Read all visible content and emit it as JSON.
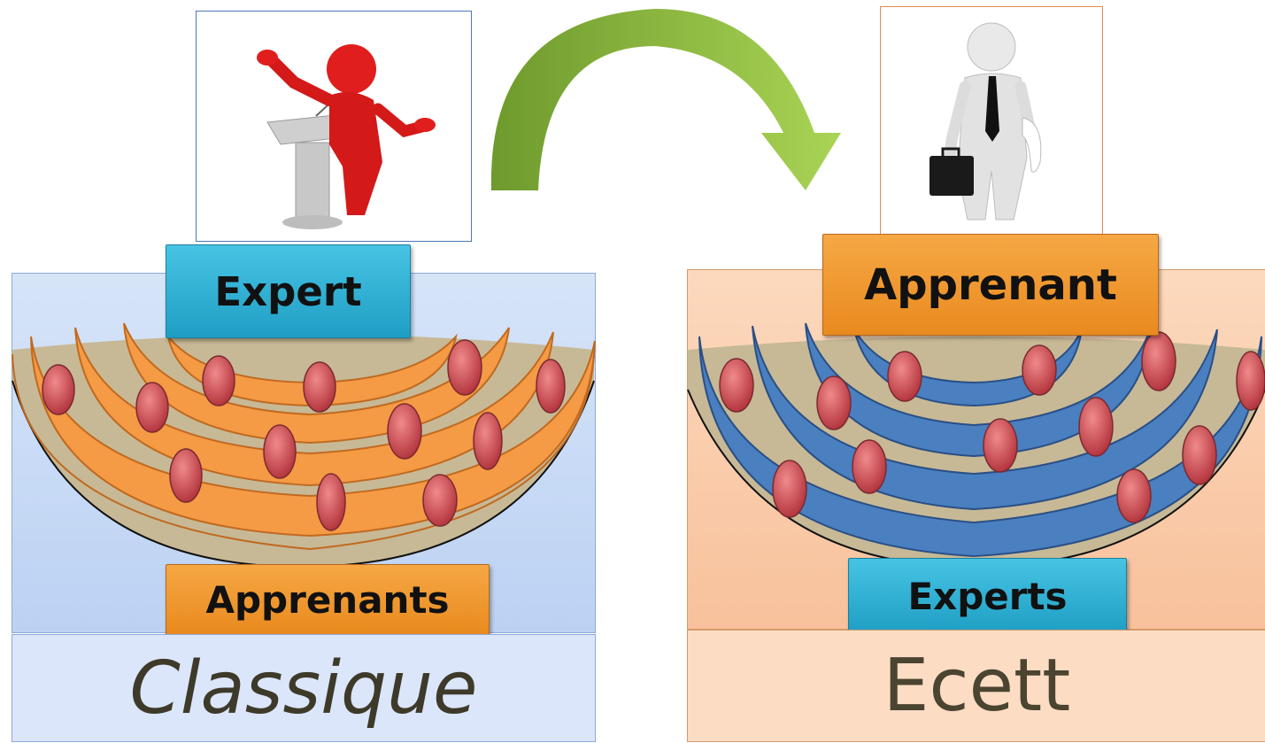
{
  "left": {
    "top_label": "Expert",
    "bottom_label": "Apprenants",
    "caption": "Classique",
    "colors": {
      "panel": "#c9dbf6",
      "caption_bg": "#dbe6fa",
      "rows": "#f59a45",
      "top_label_bg": "#2fb3d6",
      "bottom_label_bg": "#f0962e"
    },
    "icon": "presenter-at-podium-icon"
  },
  "right": {
    "top_label": "Apprenant",
    "bottom_label": "Experts",
    "caption": "Ecett",
    "colors": {
      "panel": "#fbd3b5",
      "caption_bg": "#fddcc4",
      "rows": "#4a7fc0",
      "top_label_bg": "#f0962e",
      "bottom_label_bg": "#2fb3d6"
    },
    "icon": "businessman-with-briefcase-icon"
  },
  "arrow": {
    "color": "#8fbf3d",
    "direction": "left-to-right"
  }
}
